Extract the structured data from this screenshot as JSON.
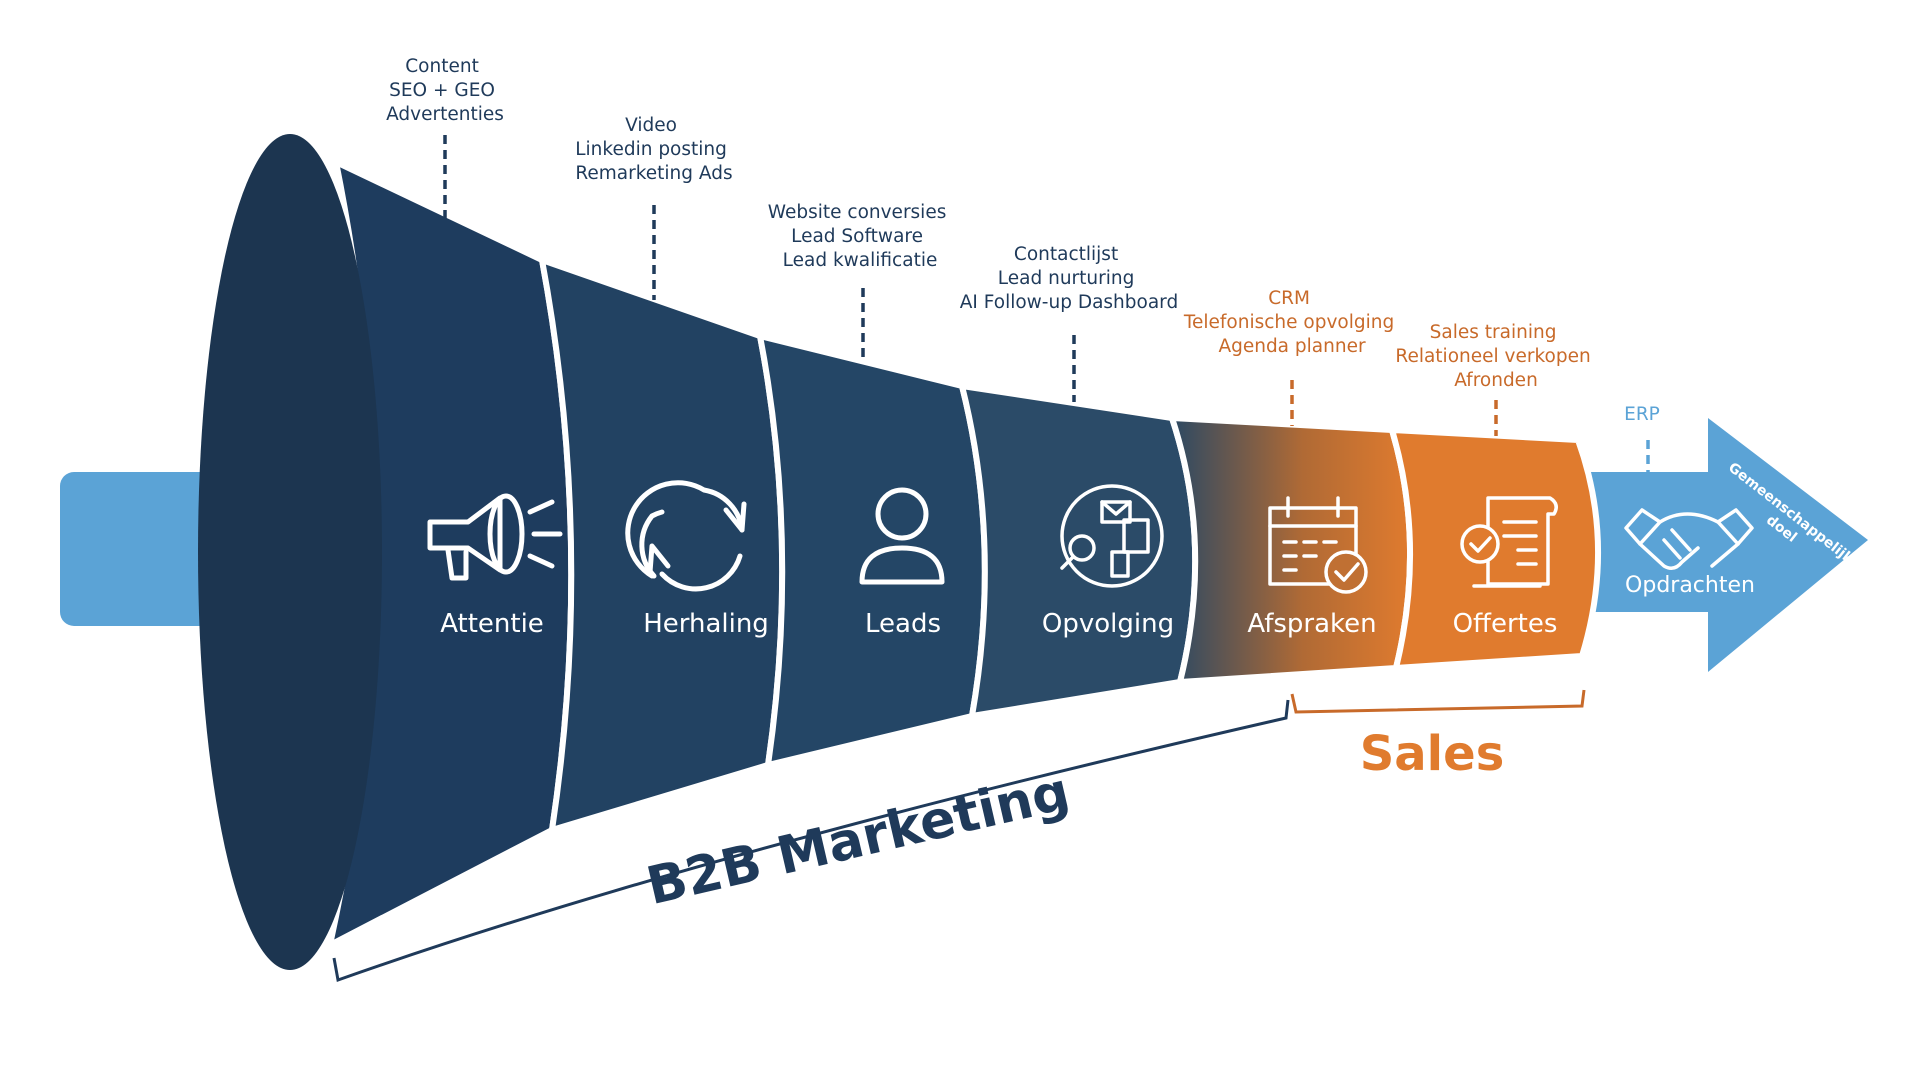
{
  "colors": {
    "dark_navy": "#1c3550",
    "navy": "#1f3a5a",
    "orange": "#e07b2e",
    "light_blue": "#5ba3d6",
    "white": "#ffffff"
  },
  "stages": [
    {
      "name": "Attentie",
      "icon": "megaphone-icon",
      "notes": [
        "Content",
        "SEO + GEO",
        "Advertenties"
      ]
    },
    {
      "name": "Herhaling",
      "icon": "refresh-icon",
      "notes": [
        "Video",
        "Linkedin posting",
        "Remarketing Ads"
      ]
    },
    {
      "name": "Leads",
      "icon": "user-icon",
      "notes": [
        "Website conversies",
        "Lead Software",
        "Lead kwalificatie"
      ]
    },
    {
      "name": "Opvolging",
      "icon": "search-devices-icon",
      "notes": [
        "Contactlijst",
        "Lead nurturing",
        "AI Follow-up Dashboard"
      ]
    },
    {
      "name": "Afspraken",
      "icon": "calendar-check-icon",
      "notes": [
        "CRM",
        "Telefonische opvolging",
        "Agenda planner"
      ]
    },
    {
      "name": "Offertes",
      "icon": "document-check-icon",
      "notes": [
        "Sales training",
        "Relationeel verkopen",
        "Afronden"
      ]
    }
  ],
  "arrow": {
    "label": "Opdrachten",
    "icon": "handshake-icon",
    "note": "ERP",
    "goal": [
      "Gemeenschappelijk",
      "doel"
    ]
  },
  "groups": {
    "marketing": "B2B Marketing",
    "sales": "Sales"
  }
}
